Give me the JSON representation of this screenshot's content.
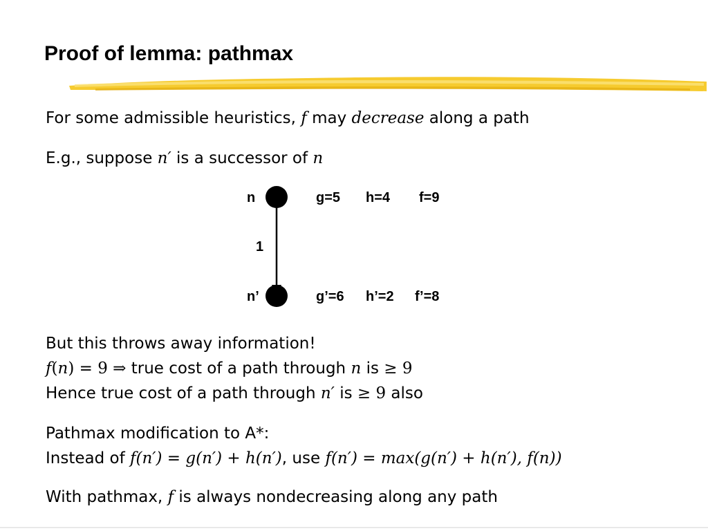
{
  "slide": {
    "title": "Proof of lemma: pathmax",
    "accent_color": "#f5c518"
  },
  "lines": {
    "l1": {
      "a": "For some admissible heuristics, ",
      "b": "f",
      "c": " may ",
      "d": "decrease",
      "e": " along a path"
    },
    "l2": {
      "a": "E.g., suppose ",
      "b": "n′",
      "c": " is a successor of ",
      "d": "n"
    },
    "l3": {
      "a": "But this throws away information!"
    },
    "l4": {
      "a": "f",
      "b": "(",
      "c": "n",
      "d": ") = 9 ⇒",
      "e": " true cost of a path through ",
      "f": "n",
      "g": " is ",
      "h": "≥ 9"
    },
    "l5": {
      "a": "Hence true cost of a path through ",
      "b": "n′",
      "c": " is ",
      "d": "≥ 9",
      "e": " also"
    },
    "l6": {
      "a": "Pathmax modification to A*:"
    },
    "l7": {
      "a": "Instead of ",
      "b": "f(n′) = g(n′) + h(n′)",
      "c": ", use ",
      "d": "f(n′) = max(g(n′) + h(n′), f(n))"
    },
    "l8": {
      "a": "With pathmax, ",
      "b": "f",
      "c": " is always nondecreasing along any path"
    }
  },
  "diagram": {
    "top_node": {
      "label": "n",
      "g": "g=5",
      "h": "h=4",
      "f": "f=9"
    },
    "bottom_node": {
      "label": "n’",
      "g": "g’=6",
      "h": "h’=2",
      "f": "f’=8"
    },
    "edge_cost": "1"
  }
}
